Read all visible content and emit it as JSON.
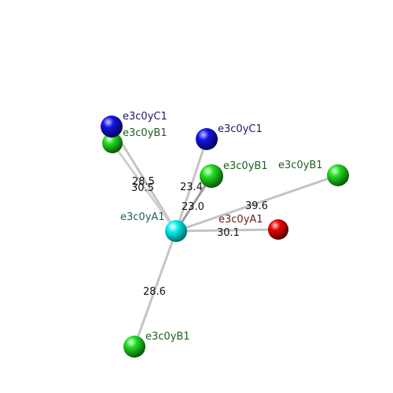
{
  "colors": {
    "center": "#00e5e5",
    "green": "#1ed01e",
    "blue": "#1010e0",
    "red": "#e00000",
    "bond": "#bfbfbf",
    "label_green": "#1f5f1f",
    "label_blue": "#1a1a6e",
    "label_red": "#6e1a1a",
    "label_center": "#1f6060"
  },
  "center": {
    "label": "e3c0yA1"
  },
  "neighbors": [
    {
      "id": "blue-left",
      "label": "e3c0yC1",
      "color": "blue",
      "label_color": "label_blue",
      "distance": "28.5"
    },
    {
      "id": "green-left",
      "label": "e3c0yB1",
      "color": "green",
      "label_color": "label_green",
      "distance": "30.5"
    },
    {
      "id": "blue-mid",
      "label": "e3c0yC1",
      "color": "blue",
      "label_color": "label_blue",
      "distance": "23.0"
    },
    {
      "id": "green-mid",
      "label": "e3c0yB1",
      "color": "green",
      "label_color": "label_green",
      "distance": "23.4"
    },
    {
      "id": "green-right",
      "label": "e3c0yB1",
      "color": "green",
      "label_color": "label_green",
      "distance": "39.6"
    },
    {
      "id": "red-right",
      "label": "e3c0yA1",
      "color": "red",
      "label_color": "label_red",
      "distance": "30.1"
    },
    {
      "id": "green-bottom",
      "label": "e3c0yB1",
      "color": "green",
      "label_color": "label_green",
      "distance": "28.6"
    }
  ]
}
